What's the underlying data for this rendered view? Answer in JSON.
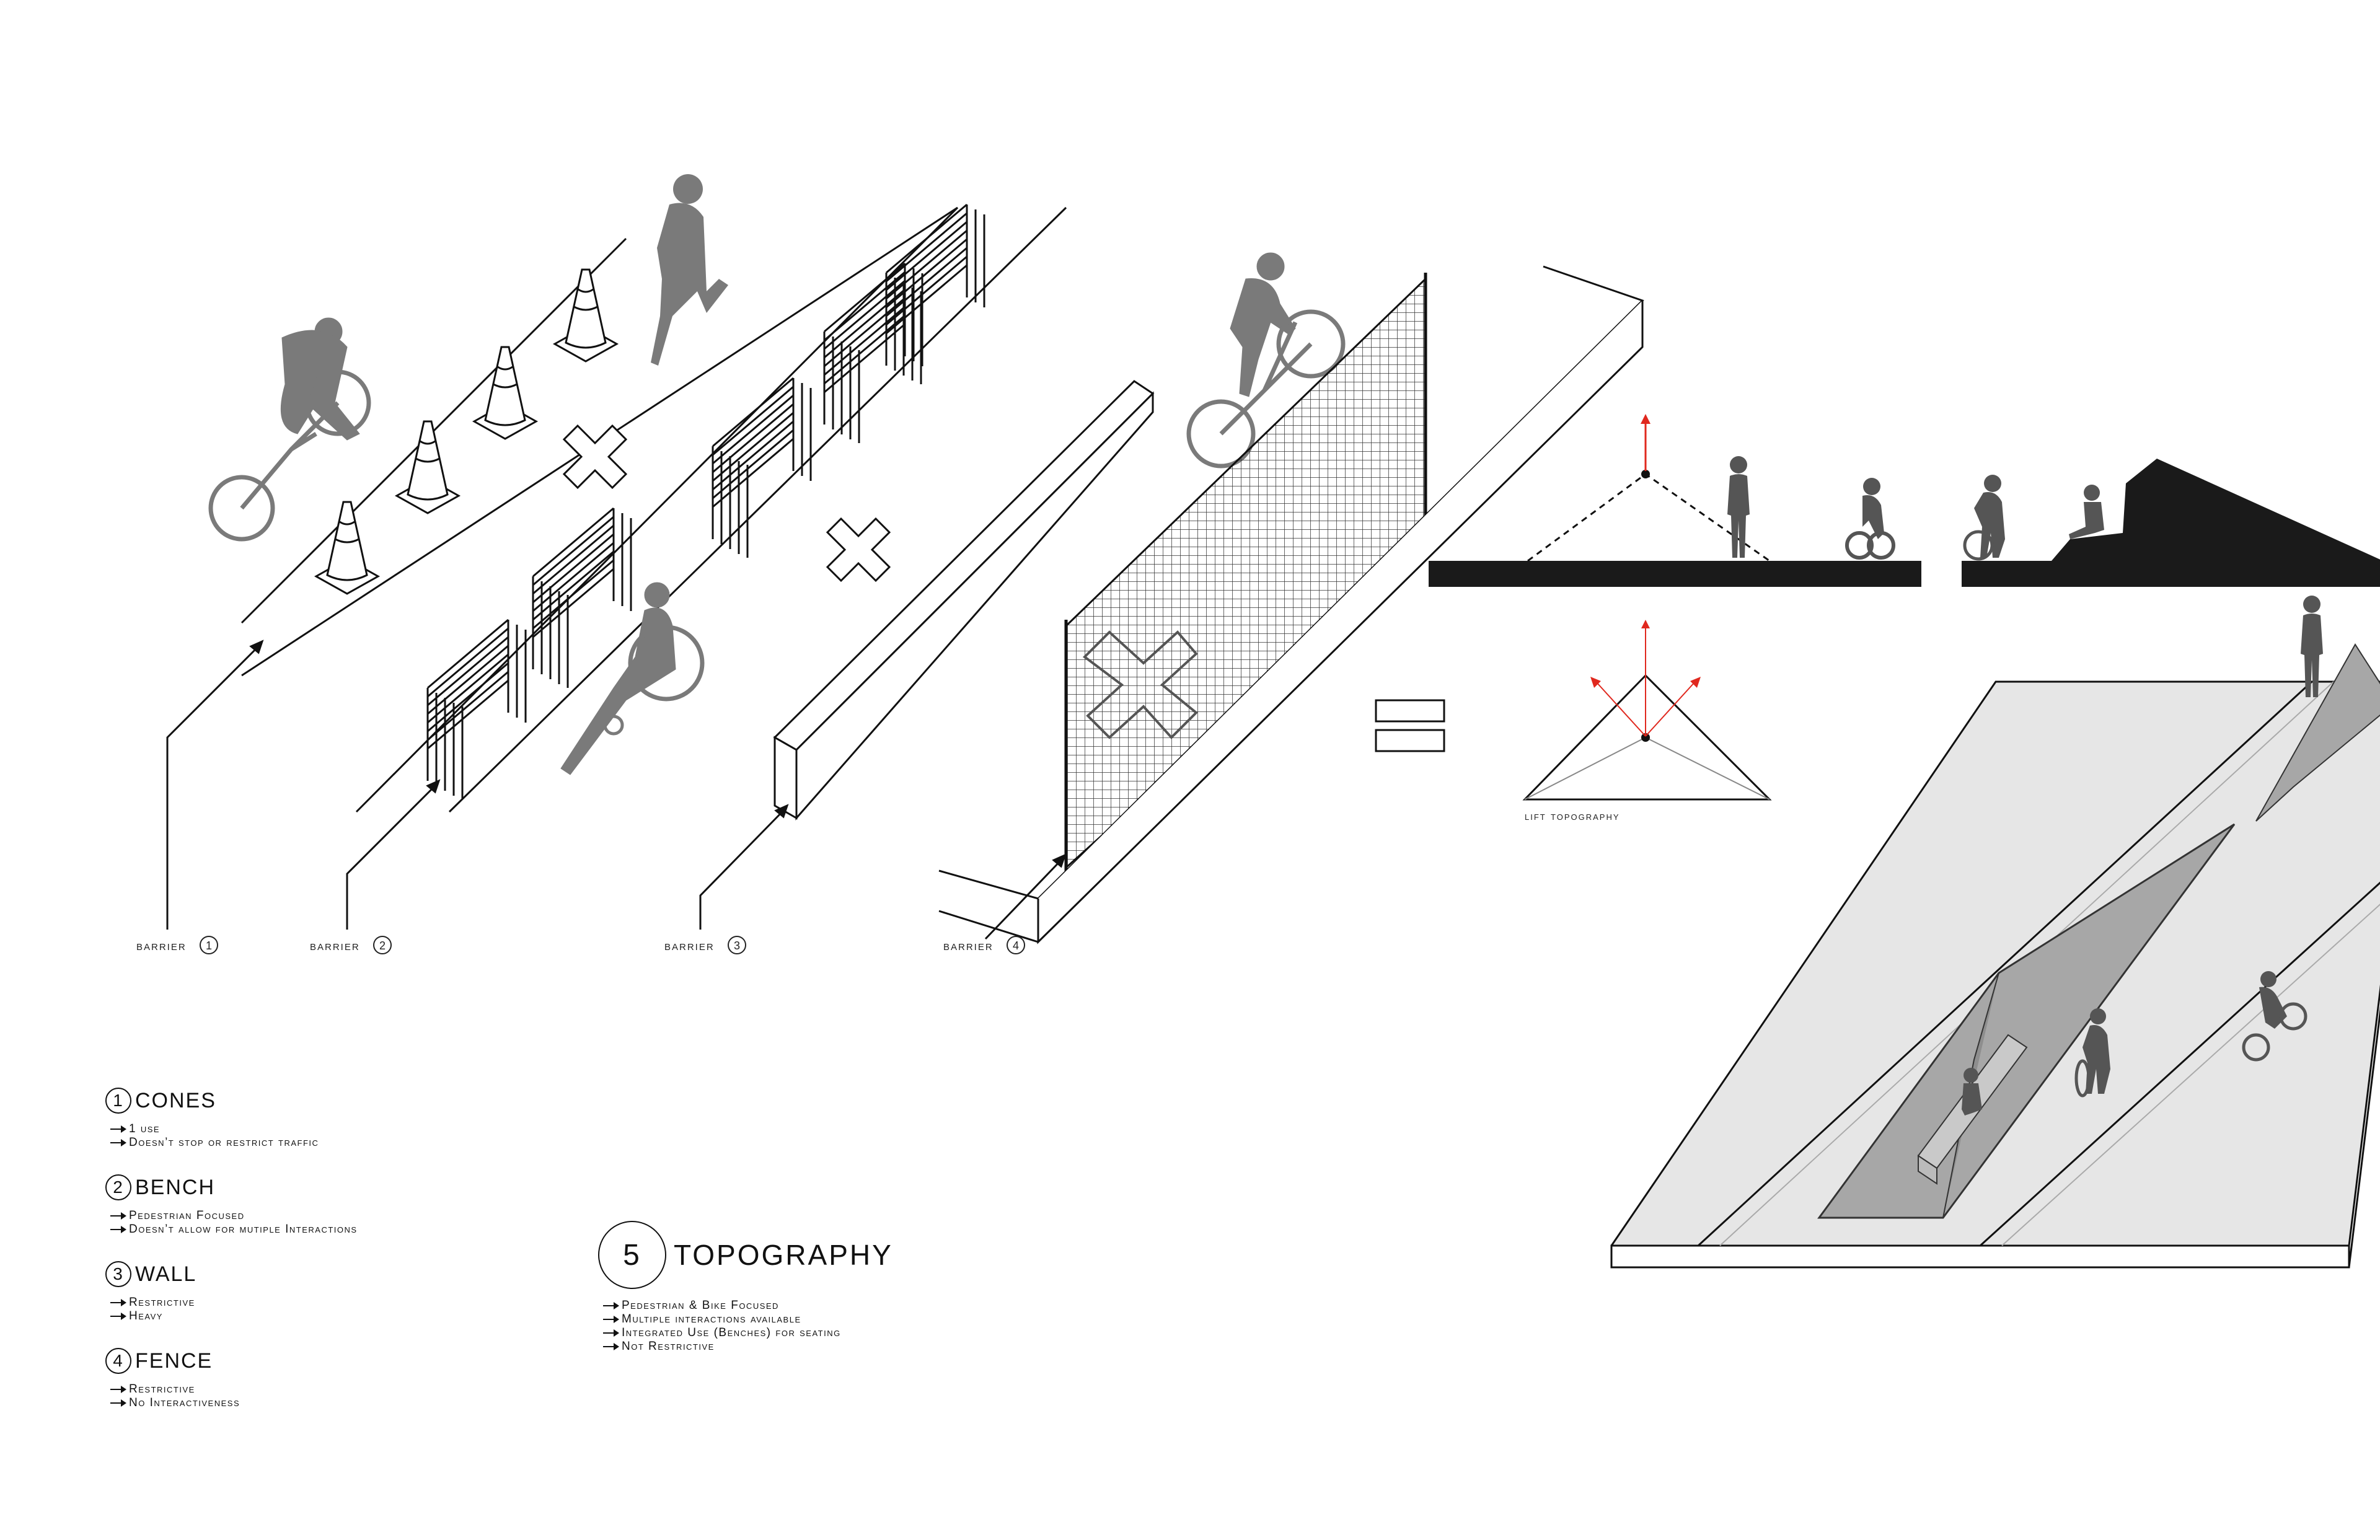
{
  "barriers": [
    {
      "text": "barrier",
      "number": "1"
    },
    {
      "text": "barrier",
      "number": "2"
    },
    {
      "text": "barrier",
      "number": "3"
    },
    {
      "text": "barrier",
      "number": "4"
    }
  ],
  "lift_label": "lift topography",
  "legend": [
    {
      "number": "1",
      "title": "CONES",
      "bullets": [
        "1 use",
        "Doesn’t stop or restrict traffic"
      ]
    },
    {
      "number": "2",
      "title": "BENCH",
      "bullets": [
        "Pedestrian Focused",
        "Doesn’t allow for mutiple Interactions"
      ]
    },
    {
      "number": "3",
      "title": "WALL",
      "bullets": [
        "Restrictive",
        "Heavy"
      ]
    },
    {
      "number": "4",
      "title": "FENCE",
      "bullets": [
        "Restrictive",
        "No Interactiveness"
      ]
    }
  ],
  "topography": {
    "number": "5",
    "title": "TOPOGRAPHY",
    "bullets": [
      "Pedestrian & Bike Focused",
      "Multiple interactions available",
      "Integrated Use (Benches) for seating",
      "Not Restrictive"
    ]
  },
  "colors": {
    "ink": "#111111",
    "silhouette": "#7a7a7a",
    "arrow_red": "#e0281e",
    "surface": "#e6e6e6",
    "ramp": "#a7a7a7"
  }
}
